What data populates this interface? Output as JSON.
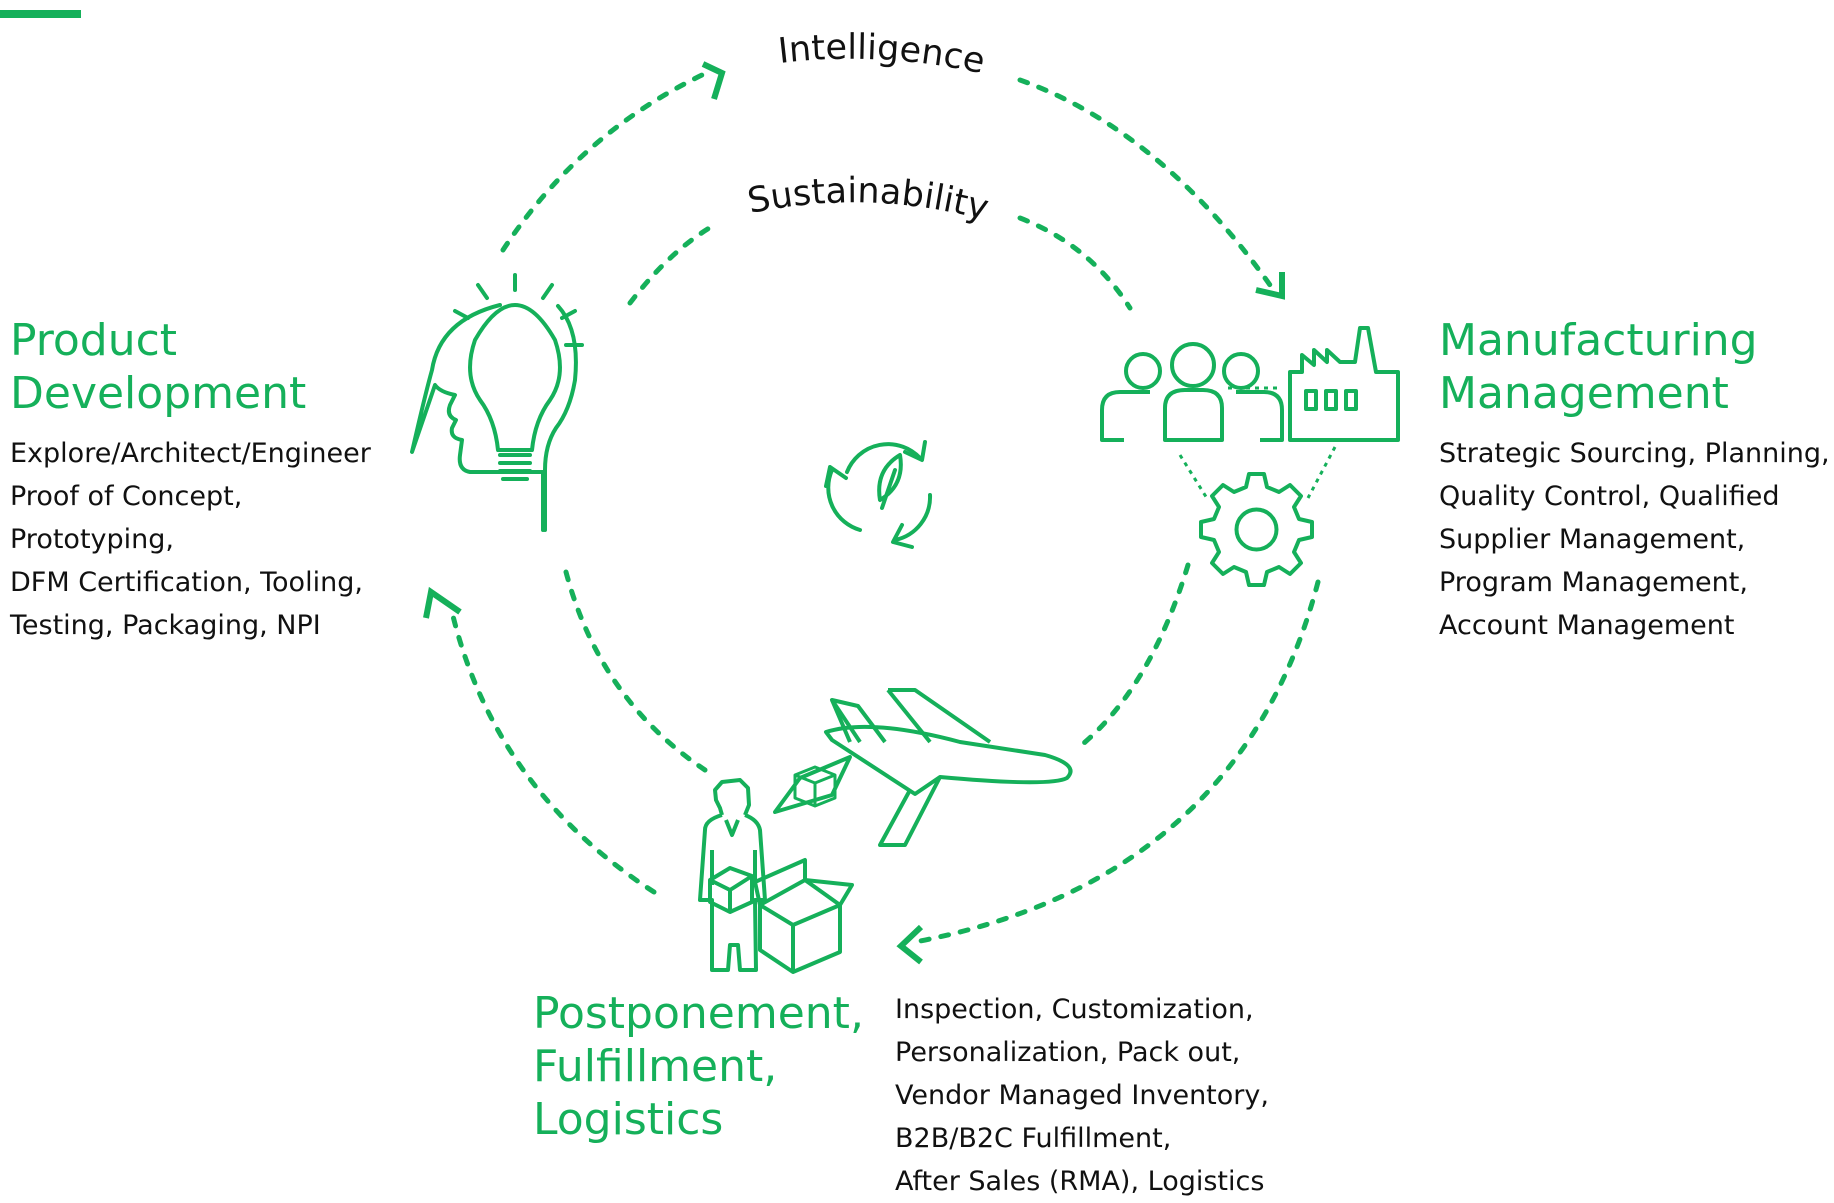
{
  "theme": {
    "accent": "#15b05a",
    "text": "#111111"
  },
  "cycle_labels": {
    "outer": "Intelligence",
    "inner": "Sustainability"
  },
  "product_development": {
    "title_lines": [
      "Product",
      "Development"
    ],
    "details": [
      "Explore/Architect/Engineer",
      "Proof of Concept,",
      "Prototyping,",
      "DFM Certification, Tooling,",
      "Testing, Packaging, NPI"
    ],
    "icon": "head-lightbulb-icon"
  },
  "manufacturing_management": {
    "title_lines": [
      "Manufacturing",
      "Management"
    ],
    "details": [
      "Strategic Sourcing, Planning,",
      "Quality Control, Qualified",
      "Supplier Management,",
      "Program Management,",
      "Account Management"
    ],
    "icons": [
      "people-group-icon",
      "factory-icon",
      "gear-icon"
    ]
  },
  "postponement": {
    "title_lines": [
      "Postponement,",
      "Fulfillment,",
      "Logistics"
    ],
    "details": [
      "Inspection, Customization,",
      "Personalization, Pack out,",
      "Vendor Managed Inventory,",
      "B2B/B2C Fulfillment,",
      "After Sales (RMA), Logistics"
    ],
    "icons": [
      "airplane-icon",
      "worker-with-box-icon",
      "open-box-icon"
    ]
  },
  "center_icon": "recycle-leaf-icon"
}
